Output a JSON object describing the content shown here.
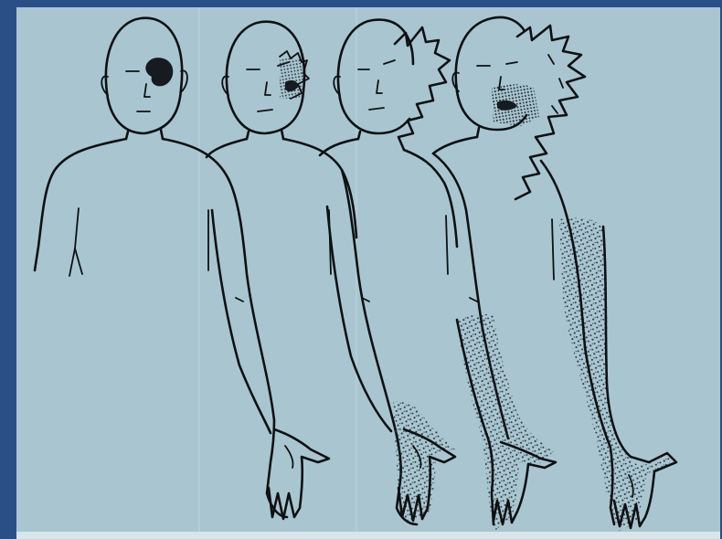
{
  "figure": {
    "colors": {
      "frame": "#2a4f86",
      "paper": "#a9c6d0",
      "ink": "#0d1113",
      "stipple": "#223039"
    },
    "panels": [
      {
        "stage": 1,
        "shaded_regions": [
          "eye"
        ]
      },
      {
        "stage": 2,
        "shaded_regions": [
          "cheek"
        ]
      },
      {
        "stage": 3,
        "shaded_regions": [
          "face-side",
          "hand"
        ]
      },
      {
        "stage": 4,
        "shaded_regions": [
          "face",
          "neck",
          "arm",
          "hand"
        ]
      }
    ]
  }
}
